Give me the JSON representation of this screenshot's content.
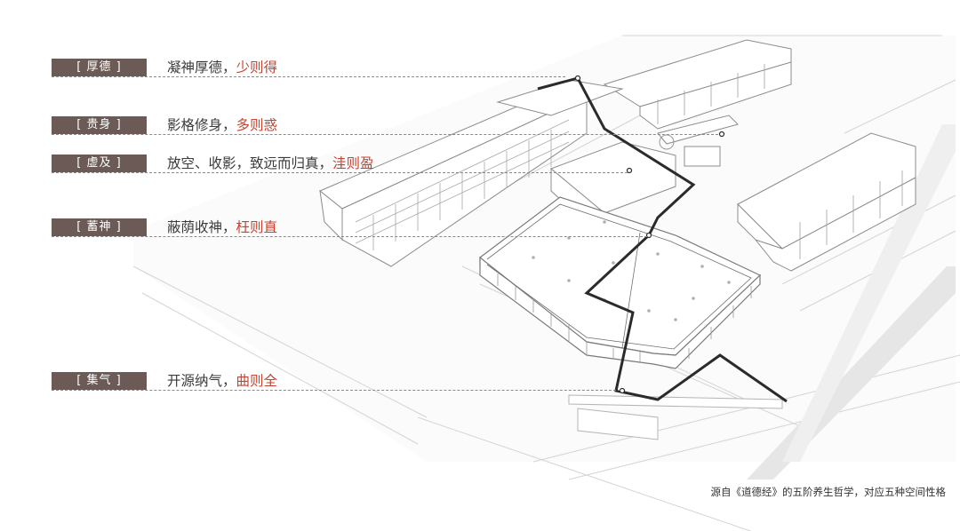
{
  "principles": [
    {
      "tag": "[ 厚德 ]",
      "phrase": "凝神厚德，",
      "accent": "少则得"
    },
    {
      "tag": "[ 贵身 ]",
      "phrase": "影格修身，",
      "accent": "多则惑"
    },
    {
      "tag": "[ 虚及 ]",
      "phrase": "放空、收影，致远而归真，",
      "accent": "洼则盈"
    },
    {
      "tag": "[ 蓄神 ]",
      "phrase": "蔽荫收神，",
      "accent": "枉则直"
    },
    {
      "tag": "[ 集气 ]",
      "phrase": "开源纳气，",
      "accent": "曲则全"
    }
  ],
  "caption": "源自《道德经》的五阶养生哲学，对应五种空间性格",
  "colors": {
    "tag_bg": "#6b5a55",
    "accent": "#c8432f",
    "path": "#2b2b2b"
  }
}
